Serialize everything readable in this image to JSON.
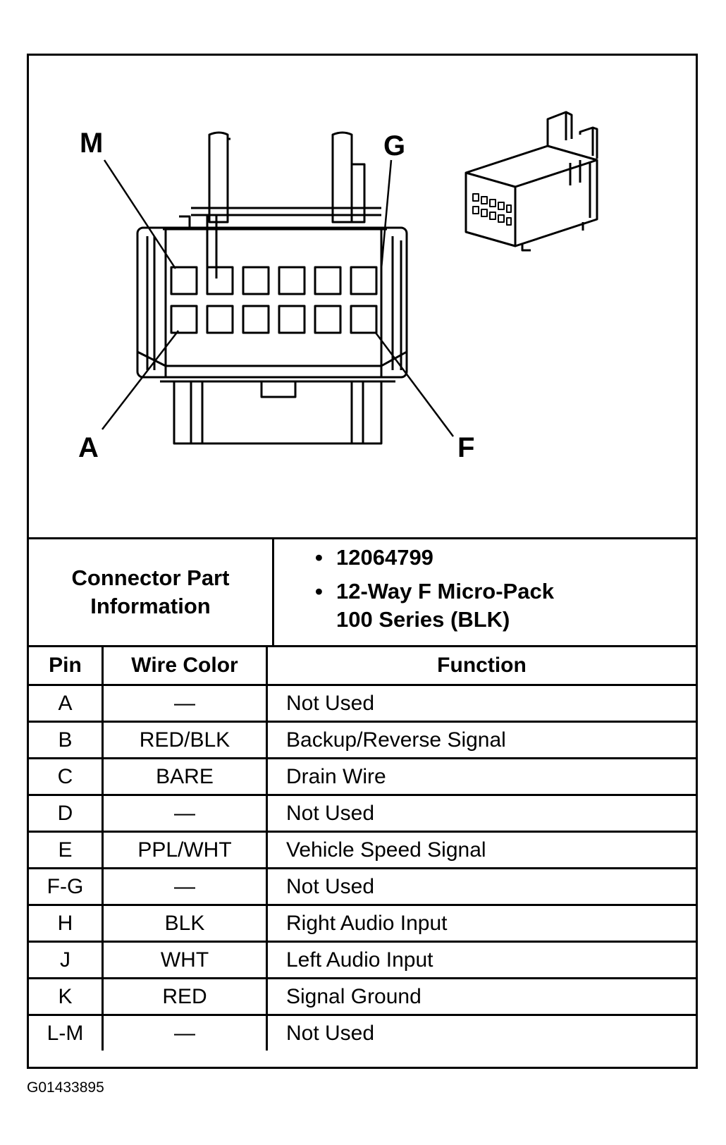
{
  "figure": {
    "callouts": {
      "top_left": "M",
      "top_right": "G",
      "bottom_left": "A",
      "bottom_right": "F"
    }
  },
  "connector_info": {
    "label": "Connector Part\nInformation",
    "items": [
      "12064799",
      "12-Way F Micro-Pack\n100 Series (BLK)"
    ]
  },
  "table": {
    "headers": {
      "pin": "Pin",
      "wire_color": "Wire Color",
      "function": "Function"
    },
    "rows": [
      {
        "pin": "A",
        "wire_color": "—",
        "function": "Not Used"
      },
      {
        "pin": "B",
        "wire_color": "RED/BLK",
        "function": "Backup/Reverse Signal"
      },
      {
        "pin": "C",
        "wire_color": "BARE",
        "function": "Drain Wire"
      },
      {
        "pin": "D",
        "wire_color": "—",
        "function": "Not Used"
      },
      {
        "pin": "E",
        "wire_color": "PPL/WHT",
        "function": "Vehicle Speed Signal"
      },
      {
        "pin": "F-G",
        "wire_color": "—",
        "function": "Not Used"
      },
      {
        "pin": "H",
        "wire_color": "BLK",
        "function": "Right Audio Input"
      },
      {
        "pin": "J",
        "wire_color": "WHT",
        "function": "Left Audio Input"
      },
      {
        "pin": "K",
        "wire_color": "RED",
        "function": "Signal Ground"
      },
      {
        "pin": "L-M",
        "wire_color": "—",
        "function": "Not Used"
      }
    ]
  },
  "figure_code": "G01433895"
}
